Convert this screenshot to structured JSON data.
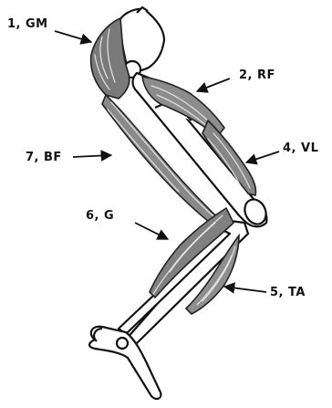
{
  "figure": {
    "muscles": [
      {
        "code": "1",
        "abbr": "GM",
        "label": "1, GM",
        "fill": "#7a7a7a"
      },
      {
        "code": "2",
        "abbr": "RF",
        "label": "2, RF",
        "fill": "#8c8c8c"
      },
      {
        "code": "4",
        "abbr": "VL",
        "label": "4, VL",
        "fill": "#868686"
      },
      {
        "code": "5",
        "abbr": "TA",
        "label": "5, TA",
        "fill": "#8e8e8e"
      },
      {
        "code": "6",
        "abbr": "G",
        "label": "6, G",
        "fill": "#808080"
      },
      {
        "code": "7",
        "abbr": "BF",
        "label": "7, BF",
        "fill": "#8a8a8a"
      }
    ],
    "colors": {
      "background": "#ffffff",
      "outline": "#111111",
      "bone": "#ffffff"
    }
  }
}
